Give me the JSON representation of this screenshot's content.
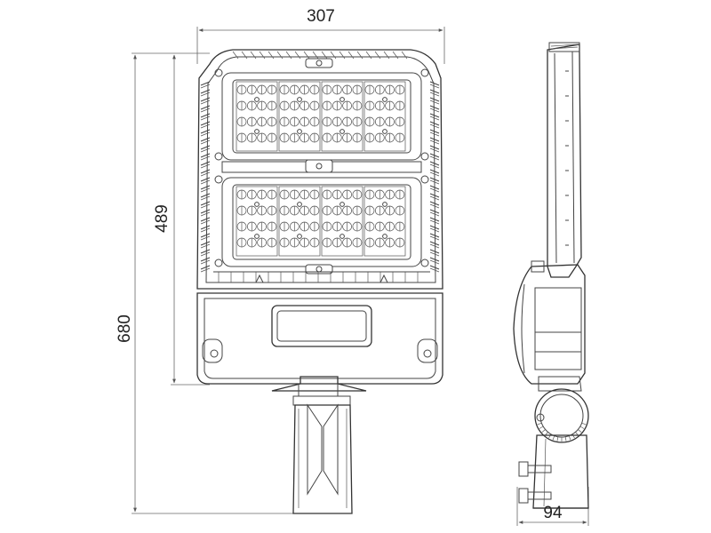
{
  "drawing": {
    "dimensions": {
      "width": "307",
      "fixture_height": "489",
      "total_height": "680",
      "side_depth": "94"
    }
  }
}
